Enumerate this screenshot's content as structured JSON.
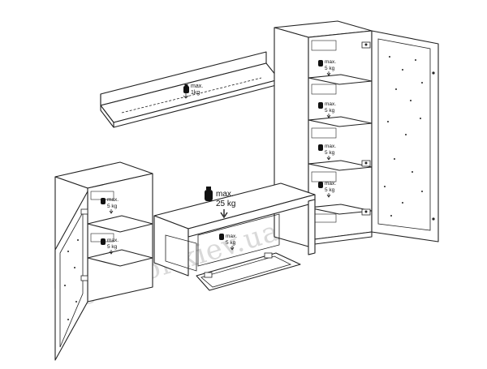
{
  "watermark": "gerbor.kiev.ua",
  "labels": {
    "wall_shelf": {
      "line1": "max.",
      "line2": "1kg"
    },
    "tv_top": {
      "line1": "max.",
      "line2": "25 kg"
    },
    "tv_inner": {
      "line1": "max.",
      "line2": "5 kg"
    },
    "left_cab": [
      {
        "line1": "max.",
        "line2": "5 kg"
      },
      {
        "line1": "max.",
        "line2": "5 kg"
      }
    ],
    "tall_cab": [
      {
        "line1": "max.",
        "line2": "5 kg"
      },
      {
        "line1": "max.",
        "line2": "5 kg"
      },
      {
        "line1": "max.",
        "line2": "5 kg"
      },
      {
        "line1": "max.",
        "line2": "5 kg"
      }
    ]
  },
  "colors": {
    "line": "#222222",
    "background": "#ffffff",
    "watermark": "#d9d9d9"
  },
  "icons": [
    "weight-icon",
    "arrow-down-icon",
    "hinge-icon"
  ]
}
